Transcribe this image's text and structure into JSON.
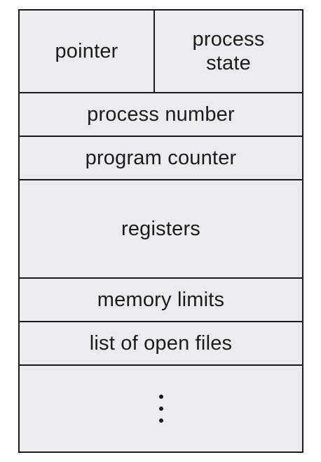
{
  "pcb": {
    "top_row": {
      "pointer": "pointer",
      "process_state": "process state"
    },
    "fields": [
      "process number",
      "program counter",
      "registers",
      "memory limits",
      "list of open files"
    ],
    "continuation": "⋮"
  }
}
